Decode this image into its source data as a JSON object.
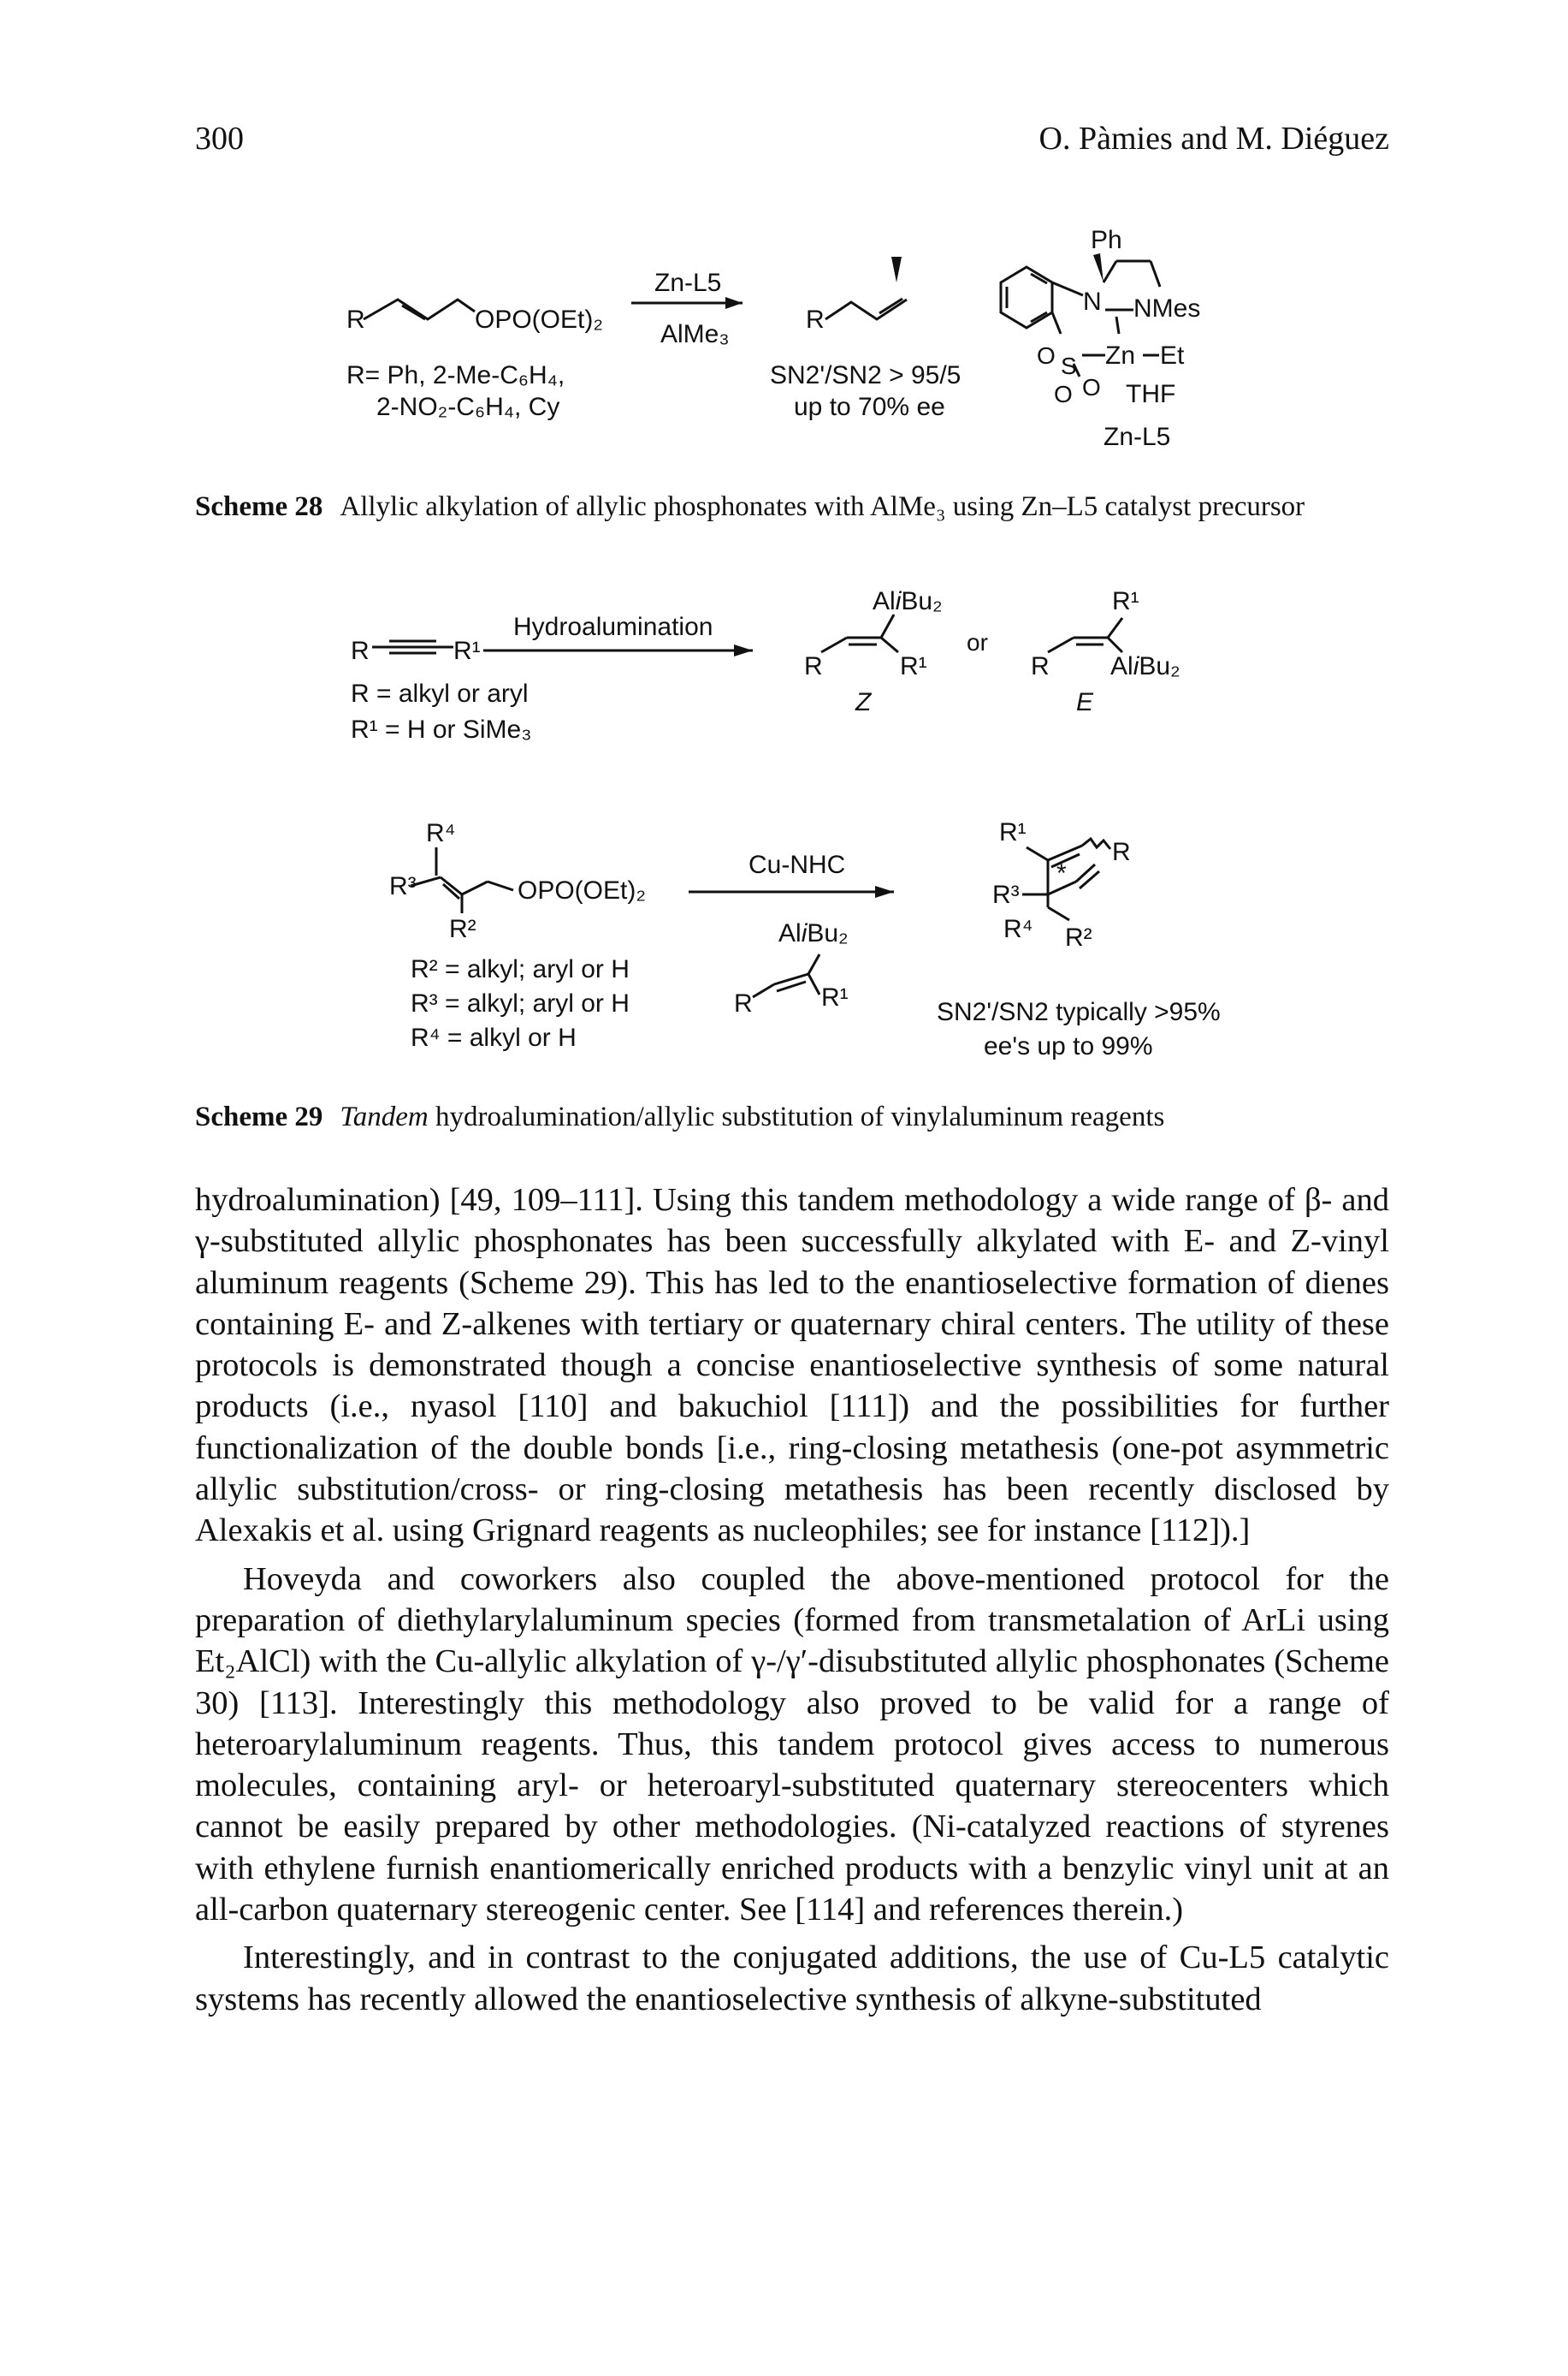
{
  "header": {
    "page_number": "300",
    "authors": "O. Pàmies and M. Diéguez"
  },
  "scheme28": {
    "caption_label": "Scheme 28",
    "caption_text": "Allylic alkylation of allylic phosphonates with AlMe₃ using Zn–L5 catalyst precursor",
    "substrate_r": "R",
    "substrate_group": "OPO(OEt)₂",
    "substituents_line1": "R= Ph, 2-Me-C₆H₄,",
    "substituents_line2": "2-NO₂-C₆H₄, Cy",
    "reagent_above": "Zn-L5",
    "reagent_below": "AlMe₃",
    "product_r": "R",
    "selectivity": "SN2'/SN2 > 95/5",
    "ee": "up to 70% ee",
    "ligand": {
      "ph": "Ph",
      "n": "N",
      "nmes": "NMes",
      "zn": "Zn",
      "et": "Et",
      "o1": "O",
      "s": "S",
      "o2": "O",
      "o3": "O",
      "thf": "THF",
      "label": "Zn-L5"
    }
  },
  "scheme29": {
    "caption_label": "Scheme 29",
    "caption_italic": "Tandem",
    "caption_text": " hydroalumination/allylic substitution of vinylaluminum reagents",
    "top": {
      "r": "R",
      "r1": "R¹",
      "arrow_label": "Hydroalumination",
      "cond1": "R = alkyl or aryl",
      "cond2": "R¹ = H or SiMe₃",
      "z_al": "Al",
      "z_ibu": "i",
      "z_bu2": "Bu₂",
      "z_r": "R",
      "z_r1": "R¹",
      "z_label": "Z",
      "or": "or",
      "e_r1": "R¹",
      "e_r": "R",
      "e_al": "Al",
      "e_ibu": "i",
      "e_bu2": "Bu₂",
      "e_label": "E"
    },
    "bottom": {
      "r4": "R⁴",
      "r3": "R³",
      "r2": "R²",
      "group": "OPO(OEt)₂",
      "cond1": "R² = alkyl; aryl or H",
      "cond2": "R³ = alkyl; aryl or H",
      "cond3": "R⁴ = alkyl or H",
      "catalyst": "Cu-NHC",
      "reag_al": "Al",
      "reag_ibu": "i",
      "reag_bu2": "Bu₂",
      "reag_r": "R",
      "reag_r1": "R¹",
      "prod_r1": "R¹",
      "prod_r": "R",
      "prod_r3": "R³",
      "prod_star": "*",
      "prod_r4": "R⁴",
      "prod_r2": "R²",
      "selectivity": "SN2'/SN2 typically >95%",
      "ee": "ee's up to 99%"
    }
  },
  "body": {
    "p1": "hydroalumination) [49, 109–111]. Using this tandem methodology a wide range of β- and γ-substituted allylic phosphonates has been successfully alkylated with E- and Z-vinyl aluminum reagents (Scheme 29). This has led to the enantioselective formation of dienes containing E- and Z-alkenes with tertiary or quaternary chiral centers. The utility of these protocols is demonstrated though a concise enantioselective synthesis of some natural products (i.e., nyasol [110] and bakuchiol [111]) and the possibilities for further functionalization of the double bonds [i.e., ring-closing metathesis (one-pot asymmetric allylic substitution/cross- or ring-closing metathesis has been recently disclosed by Alexakis et al. using Grignard reagents as nucleophiles; see for instance [112]).]",
    "p2": "Hoveyda and coworkers also coupled the above-mentioned protocol for the preparation of diethylarylaluminum species (formed from transmetalation of ArLi using Et₂AlCl) with the Cu-allylic alkylation of γ-/γ′-disubstituted allylic phosphonates (Scheme 30) [113]. Interestingly this methodology also proved to be valid for a range of heteroarylaluminum reagents. Thus, this tandem protocol gives access to numerous molecules, containing aryl- or heteroaryl-substituted quaternary stereocenters which cannot be easily prepared by other methodologies. (Ni-catalyzed reactions of styrenes with ethylene furnish enantiomerically enriched products with a benzylic vinyl unit at an all-carbon quaternary stereogenic center. See [114] and references therein.)",
    "p3": "Interestingly, and in contrast to the conjugated additions, the use of Cu-L5 catalytic systems has recently allowed the enantioselective synthesis of alkyne-substituted"
  }
}
